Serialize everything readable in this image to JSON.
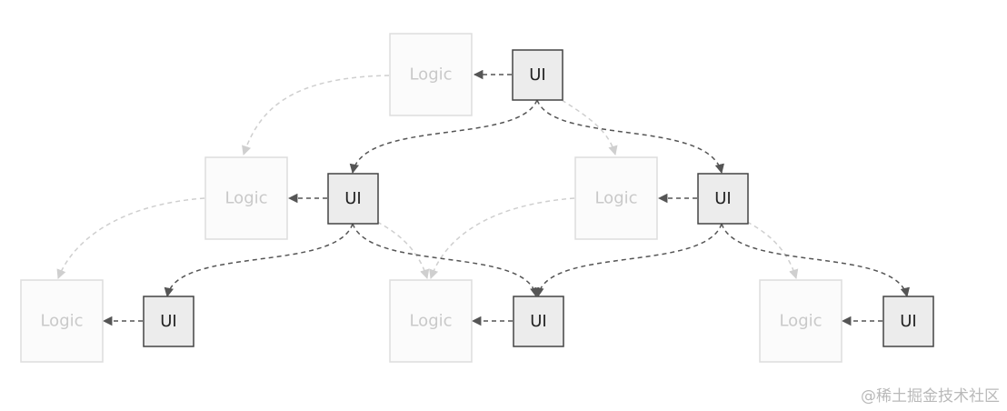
{
  "diagram": {
    "ui_label": "UI",
    "logic_label": "Logic",
    "pairs": [
      {
        "id": "root"
      },
      {
        "id": "mid-left"
      },
      {
        "id": "mid-right"
      },
      {
        "id": "bottom-left"
      },
      {
        "id": "bottom-center"
      },
      {
        "id": "bottom-right"
      }
    ],
    "colors": {
      "ui_fill": "#ececec",
      "ui_border": "#444444",
      "logic_fill": "#fbfbfb",
      "logic_border": "#dddddd",
      "ui_edge": "#555555",
      "logic_edge": "#cfcfcf"
    }
  },
  "watermark": "@稀土掘金技术社区"
}
